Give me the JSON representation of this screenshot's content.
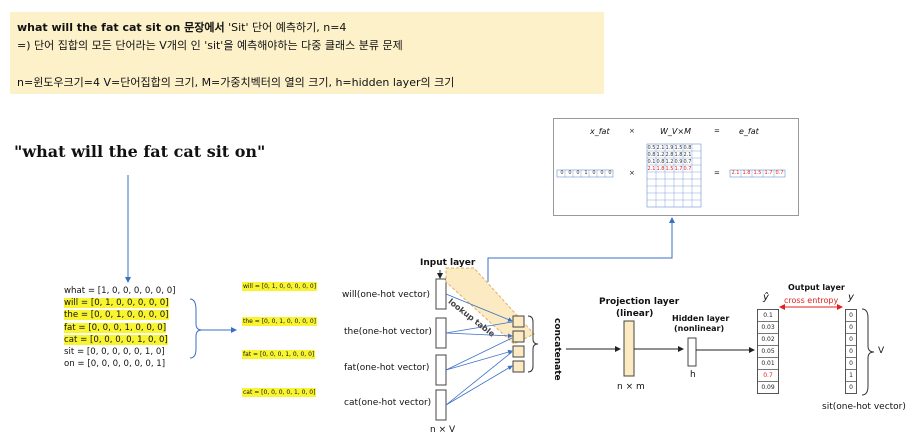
{
  "note": {
    "line1_bold": "what will the fat cat sit on 문장에서",
    "line1_rest": " 'Sit' 단어 예측하기, n=4",
    "line2": "=) 단어 집합의 모든 단어라는 V개의 인 'sit'을 예측해야하는 다중 클래스 분류 문제",
    "line3": "n=윈도우크기=4  V=단어집합의 크기, M=가중치벡터의 열의 크기, h=hidden layer의 크기"
  },
  "sentence": "\"what will the fat cat sit on\"",
  "vectors": [
    {
      "text": "what = [1, 0, 0, 0, 0, 0, 0]",
      "hl": false
    },
    {
      "text": "will = [0, 1, 0, 0, 0, 0, 0]",
      "hl": true
    },
    {
      "text": "the = [0, 0, 1, 0, 0, 0, 0]",
      "hl": true
    },
    {
      "text": "fat = [0, 0, 0, 1, 0, 0, 0]",
      "hl": true
    },
    {
      "text": "cat = [0, 0, 0, 0, 1, 0, 0]",
      "hl": true
    },
    {
      "text": "sit = [0, 0, 0, 0, 0, 1, 0]",
      "hl": false
    },
    {
      "text": "on = [0, 0, 0, 0, 0, 0, 1]",
      "hl": false
    }
  ],
  "selected_vectors": [
    "will = [0, 1, 0, 0, 0, 0, 0]",
    "the = [0, 0, 1, 0, 0, 0, 0]",
    "fat = [0, 0, 0, 1, 0, 0, 0]",
    "cat = [0, 0, 0, 0, 1, 0, 0]"
  ],
  "network": {
    "input_layer": "Input layer",
    "inputs": [
      "will(one-hot vector)",
      "the(one-hot vector)",
      "fat(one-hot vector)",
      "cat(one-hot vector)"
    ],
    "n_by_v": "n × V",
    "lookup": "lookup table",
    "concatenate": "concatenate",
    "projection_title": "Projection layer",
    "projection_sub": "(linear)",
    "n_by_m": "n × m",
    "hidden_title": "Hidden layer",
    "hidden_sub": "(nonlinear)",
    "h": "h",
    "output_title": "Output layer",
    "cross_entropy": "cross entropy",
    "yhat": "ŷ",
    "y": "y",
    "yhat_values": [
      "0.1",
      "0.03",
      "0.02",
      "0.05",
      "0.01",
      "0.7",
      "0.09"
    ],
    "y_values": [
      "0",
      "0",
      "0",
      "0",
      "0",
      "1",
      "0"
    ],
    "v_label": "V",
    "target": "sit(one-hot vector)"
  },
  "lookup_table": {
    "x_label": "x_fat",
    "times": "×",
    "w_label": "W_V×M",
    "equals": "=",
    "e_label": "e_fat",
    "x_vector": [
      "0",
      "0",
      "0",
      "1",
      "0",
      "0",
      "0"
    ],
    "w_rows": [
      [
        "0.5",
        "2.1",
        "1.9",
        "1.5",
        "0.8"
      ],
      [
        "0.8",
        "1.2",
        "2.8",
        "1.8",
        "2.1"
      ],
      [
        "0.1",
        "0.8",
        "1.2",
        "0.9",
        "0.7"
      ],
      [
        "2.1",
        "1.8",
        "1.5",
        "1.7",
        "0.7"
      ]
    ],
    "e_vector": [
      "2.1",
      "1.8",
      "1.5",
      "1.7",
      "0.7"
    ]
  },
  "colors": {
    "note_bg": "#fdf1c9",
    "highlight": "#f8f430",
    "arrow": "#3a6fc4",
    "red": "#e02020"
  }
}
